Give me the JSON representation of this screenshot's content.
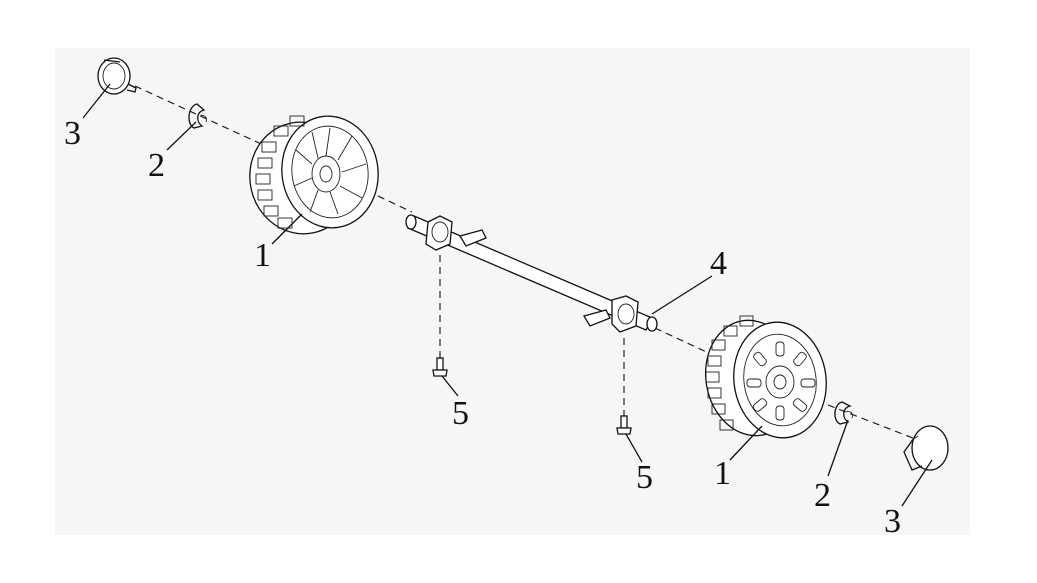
{
  "diagram": {
    "callouts": [
      {
        "id": "wheel-left",
        "label": "1"
      },
      {
        "id": "clip-left",
        "label": "2"
      },
      {
        "id": "cap-left",
        "label": "3"
      },
      {
        "id": "axle",
        "label": "4"
      },
      {
        "id": "bolt-left",
        "label": "5"
      },
      {
        "id": "bolt-right",
        "label": "5"
      },
      {
        "id": "wheel-right",
        "label": "1"
      },
      {
        "id": "clip-right",
        "label": "2"
      },
      {
        "id": "cap-right",
        "label": "3"
      }
    ],
    "colors": {
      "background": "#ffffff",
      "panel": "#f6f6f6",
      "line": "#111111"
    }
  }
}
